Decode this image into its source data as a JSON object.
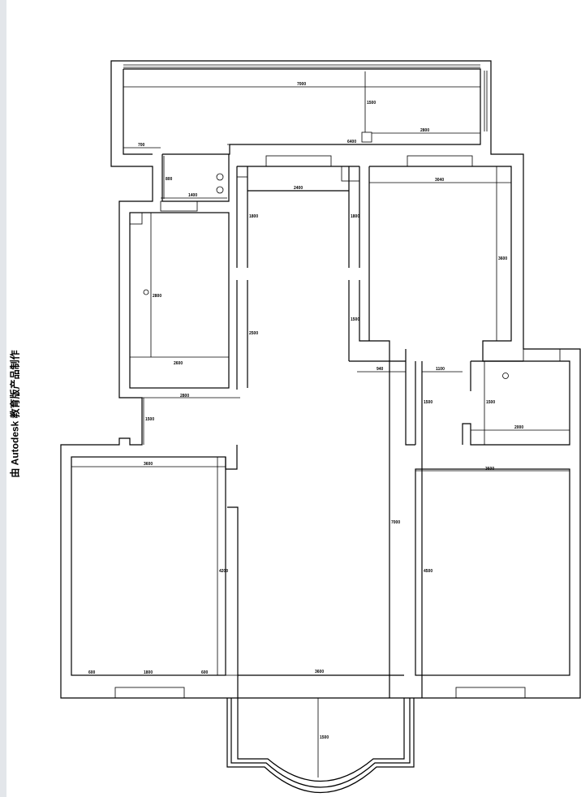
{
  "watermark": "由 Autodesk 教育版产品制作",
  "dimensions": {
    "balcony_width": "7000",
    "balcony_depth": "1500",
    "balcony_right": "2800",
    "corridor_top": "6400",
    "left_short": "700",
    "left_vertical": "800",
    "kitchen_width": "1400",
    "dining_width": "2400",
    "bedroom_top_width": "3040",
    "bedroom_top_height": "3600",
    "hall_left_upper": "1800",
    "hall_left_lower": "2500",
    "hall_right_upper": "1800",
    "hall_right_lower": "1500",
    "small_room_height": "2800",
    "small_room_width": "2600",
    "small_room_bottom": "2800",
    "passage": "1500",
    "bed_left_width": "3600",
    "bed_left_height": "4200",
    "bed_left_seg1": "600",
    "bed_left_seg2": "1800",
    "bed_left_seg3": "600",
    "living_height": "7000",
    "living_width": "3600",
    "door_left": "940",
    "door_right": "1100",
    "bath_height_l": "1500",
    "bath_height_r": "1500",
    "bath_width": "2000",
    "bed_right_width": "3600",
    "bed_right_height": "4500",
    "bay_depth": "1500"
  }
}
